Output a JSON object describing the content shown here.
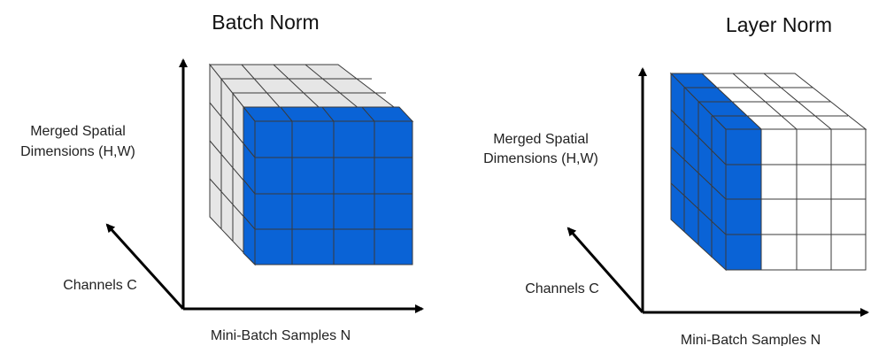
{
  "panels": [
    {
      "title": "Batch Norm",
      "y_axis_label_line1": "Merged Spatial",
      "y_axis_label_line2": "Dimensions (H,W)",
      "z_axis_label": "Channels C",
      "x_axis_label": "Mini-Batch Samples N"
    },
    {
      "title": "Layer Norm",
      "y_axis_label_line1": "Merged Spatial",
      "y_axis_label_line2": "Dimensions (H,W)",
      "z_axis_label": "Channels C",
      "x_axis_label": "Mini-Batch Samples N"
    }
  ],
  "colors": {
    "highlight_fill": "#0a63d6",
    "gray_fill": "#e6e6e6",
    "white_fill": "#ffffff",
    "grid_stroke": "#3a3a3a",
    "axis": "#000000"
  }
}
